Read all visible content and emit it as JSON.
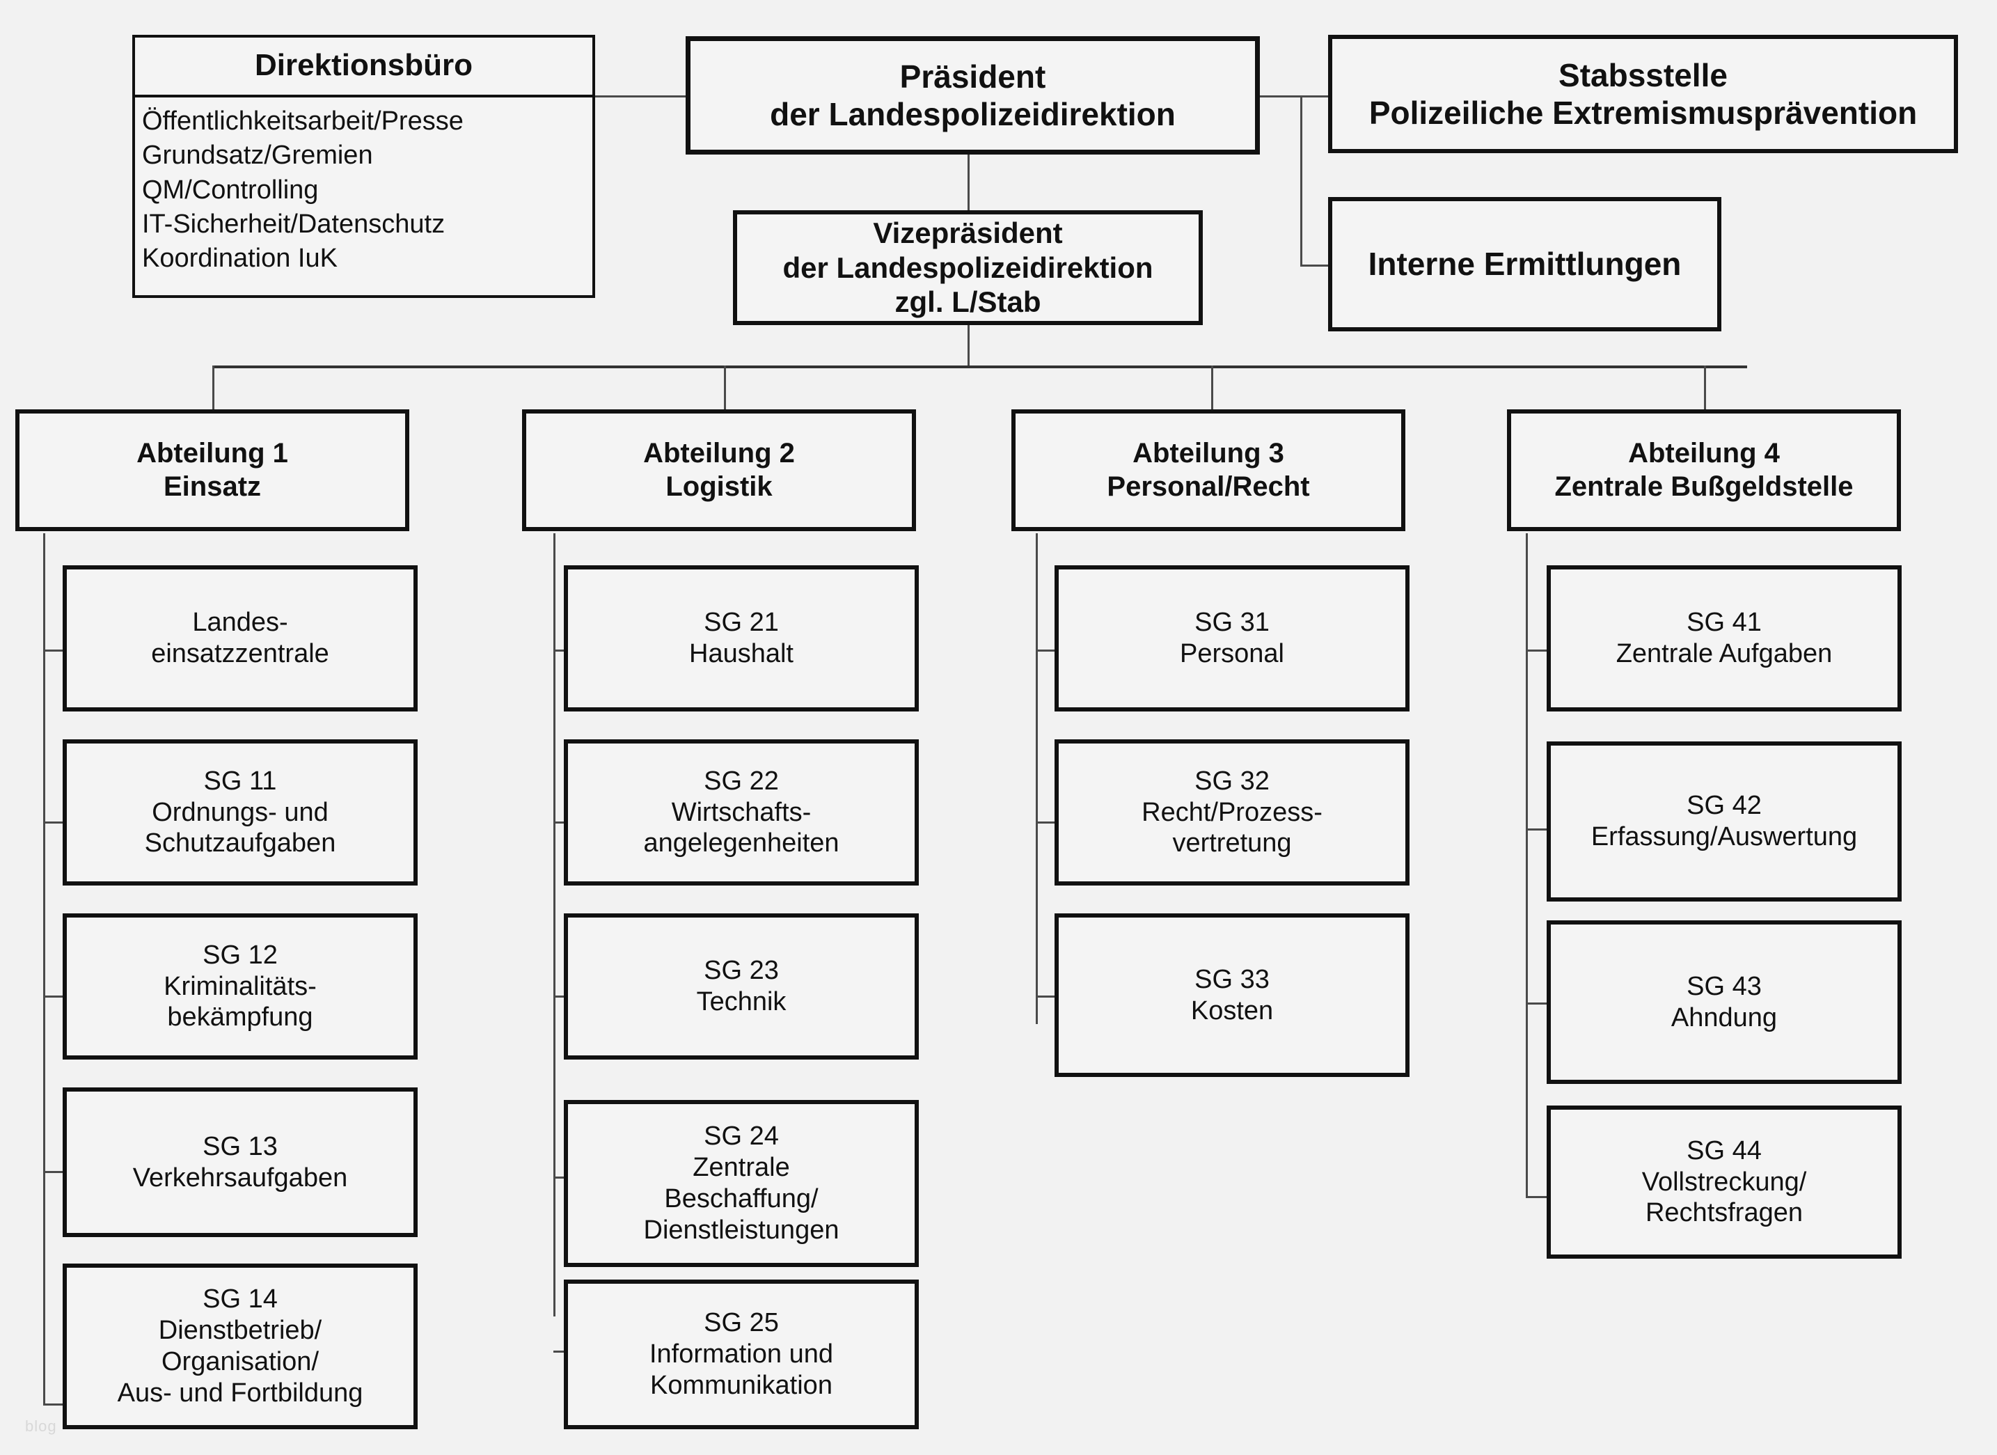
{
  "org_chart": {
    "top": {
      "direktionsbuero": {
        "title": "Direktionsbüro",
        "items": [
          "Öffentlichkeitsarbeit/Presse",
          "Grundsatz/Gremien",
          "QM/Controlling",
          "IT-Sicherheit/Datenschutz",
          "Koordination IuK"
        ]
      },
      "praesident": {
        "line1": "Präsident",
        "line2": "der Landespolizeidirektion"
      },
      "stabsstelle": {
        "line1": "Stabsstelle",
        "line2": "Polizeiliche Extremismusprävention"
      },
      "vizepraesident": {
        "line1": "Vizepräsident",
        "line2": "der Landespolizeidirektion",
        "line3": "zgl. L/Stab"
      },
      "interne_ermittlungen": {
        "line1": "Interne Ermittlungen"
      }
    },
    "departments": [
      {
        "header_line1": "Abteilung 1",
        "header_line2": "Einsatz",
        "units": [
          {
            "lines": [
              "Landes-",
              "einsatzzentrale"
            ]
          },
          {
            "lines": [
              "SG 11",
              "Ordnungs- und",
              "Schutzaufgaben"
            ]
          },
          {
            "lines": [
              "SG 12",
              "Kriminalitäts-",
              "bekämpfung"
            ]
          },
          {
            "lines": [
              "SG 13",
              "Verkehrsaufgaben"
            ]
          },
          {
            "lines": [
              "SG 14",
              "Dienstbetrieb/",
              "Organisation/",
              "Aus- und Fortbildung"
            ]
          }
        ]
      },
      {
        "header_line1": "Abteilung 2",
        "header_line2": "Logistik",
        "units": [
          {
            "lines": [
              "SG 21",
              "Haushalt"
            ]
          },
          {
            "lines": [
              "SG 22",
              "Wirtschafts-",
              "angelegenheiten"
            ]
          },
          {
            "lines": [
              "SG 23",
              "Technik"
            ]
          },
          {
            "lines": [
              "SG 24",
              "Zentrale",
              "Beschaffung/",
              "Dienstleistungen"
            ]
          },
          {
            "lines": [
              "SG 25",
              "Information und",
              "Kommunikation"
            ]
          }
        ]
      },
      {
        "header_line1": "Abteilung 3",
        "header_line2": "Personal/Recht",
        "units": [
          {
            "lines": [
              "SG 31",
              "Personal"
            ]
          },
          {
            "lines": [
              "SG 32",
              "Recht/Prozess-",
              "vertretung"
            ]
          },
          {
            "lines": [
              "SG 33",
              "Kosten"
            ]
          }
        ]
      },
      {
        "header_line1": "Abteilung 4",
        "header_line2": "Zentrale Bußgeldstelle",
        "units": [
          {
            "lines": [
              "SG 41",
              "Zentrale Aufgaben"
            ]
          },
          {
            "lines": [
              "SG 42",
              "Erfassung/Auswertung"
            ]
          },
          {
            "lines": [
              "SG 43",
              "Ahndung"
            ]
          },
          {
            "lines": [
              "SG 44",
              "Vollstreckung/",
              "Rechtsfragen"
            ]
          }
        ]
      }
    ],
    "watermark": "blog",
    "colors": {
      "background": "#f2f2f2",
      "box_fill": "#f4f4f4",
      "border": "#111111",
      "connector": "#4a4a4a",
      "text": "#111111"
    }
  }
}
